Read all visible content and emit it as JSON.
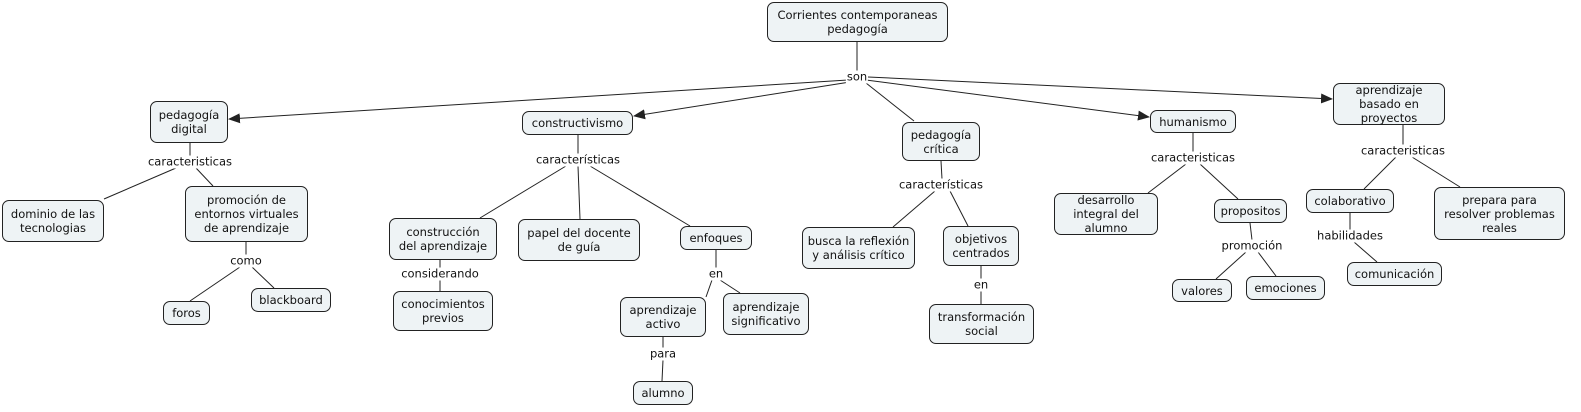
{
  "concepts": {
    "root": "Corrientes contemporaneas\npedagogía",
    "digital": "pedagogía\ndigital",
    "constructivismo": "constructivismo",
    "critica": "pedagogía\ncrítica",
    "humanismo": "humanismo",
    "abp": "aprendizaje\nbasado en proyectos",
    "dominio": "dominio de las\ntecnologias",
    "promocion_entornos": "promoción de\nentornos virtuales\nde aprendizaje",
    "foros": "foros",
    "blackboard": "blackboard",
    "construccion": "construcción\ndel aprendizaje",
    "conocimientos": "conocimientos\nprevios",
    "papel": "papel del docente\nde guía",
    "enfoques": "enfoques",
    "activo": "aprendizaje\nactivo",
    "significativo": "aprendizaje\nsignificativo",
    "alumno": "alumno",
    "busca": "busca la reflexión\ny análisis crítico",
    "objetivos": "objetivos\ncentrados",
    "transformacion": "transformación\nsocial",
    "desarrollo": "desarrollo\nintegral del alumno",
    "propositos": "propositos",
    "valores": "valores",
    "emociones": "emociones",
    "colaborativo": "colaborativo",
    "comunicacion": "comunicación",
    "prepara": "prepara para\nresolver problemas\nreales"
  },
  "links": {
    "son": "son",
    "car_digital": "caracteristicas",
    "como": "como",
    "car_constr": "características",
    "considerando": "considerando",
    "en_enfoques": "en",
    "para": "para",
    "car_critica": "características",
    "en_objetivos": "en",
    "car_hum": "caracteristicas",
    "promocion": "promoción",
    "car_abp": "caracteristicas",
    "habilidades": "habilidades"
  },
  "colors": {
    "node_fill": "#eef3f5",
    "line": "#222222"
  }
}
